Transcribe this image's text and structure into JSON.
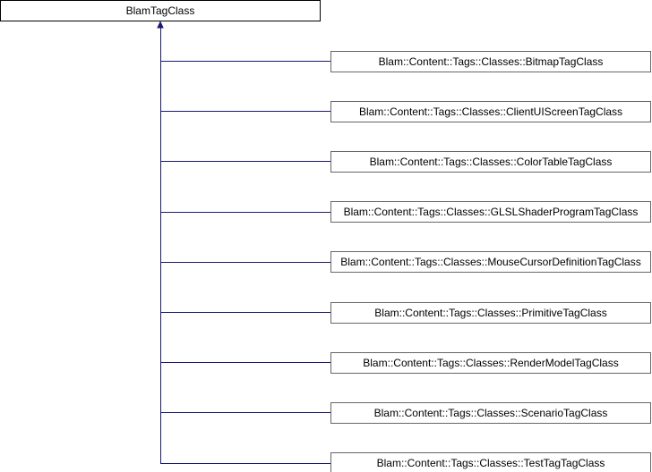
{
  "base_class": {
    "label": "BlamTagClass"
  },
  "derived_classes": [
    {
      "label": "Blam::Content::Tags::Classes::BitmapTagClass"
    },
    {
      "label": "Blam::Content::Tags::Classes::ClientUIScreenTagClass"
    },
    {
      "label": "Blam::Content::Tags::Classes::ColorTableTagClass"
    },
    {
      "label": "Blam::Content::Tags::Classes::GLSLShaderProgramTagClass"
    },
    {
      "label": "Blam::Content::Tags::Classes::MouseCursorDefinitionTagClass"
    },
    {
      "label": "Blam::Content::Tags::Classes::PrimitiveTagClass"
    },
    {
      "label": "Blam::Content::Tags::Classes::RenderModelTagClass"
    },
    {
      "label": "Blam::Content::Tags::Classes::ScenarioTagClass"
    },
    {
      "label": "Blam::Content::Tags::Classes::TestTagTagClass"
    }
  ],
  "colors": {
    "base_box_fill": "#ffffff",
    "base_box_stroke": "#000000",
    "derived_box_fill": "#ffffff",
    "derived_box_stroke": "#666666",
    "edge_color": "#191970"
  }
}
